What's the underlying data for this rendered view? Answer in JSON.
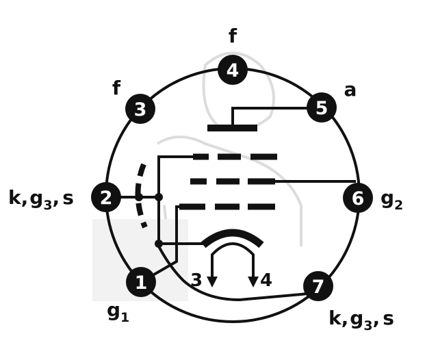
{
  "colors": {
    "ink": "#111111",
    "paper": "#ffffff",
    "watermark": "#dcdcdc"
  },
  "pins": [
    {
      "id": "1",
      "number": "1"
    },
    {
      "id": "2",
      "number": "2"
    },
    {
      "id": "3",
      "number": "3"
    },
    {
      "id": "4",
      "number": "4"
    },
    {
      "id": "5",
      "number": "5"
    },
    {
      "id": "6",
      "number": "6"
    },
    {
      "id": "7",
      "number": "7"
    }
  ],
  "labels": {
    "pin4": "f",
    "pin3": "f",
    "pin5": "a",
    "pin2": {
      "k": "k,",
      "g": "g",
      "g_sub": "3",
      "rest": ",",
      "s": "s"
    },
    "pin6": {
      "g": "g",
      "g_sub": "2"
    },
    "pin1": {
      "g": "g",
      "g_sub": "1"
    },
    "pin7": {
      "k": "k,",
      "g": "g",
      "g_sub": "3",
      "rest": ",",
      "s": "s"
    }
  },
  "beam_arrows": {
    "left": "3",
    "right": "4"
  }
}
